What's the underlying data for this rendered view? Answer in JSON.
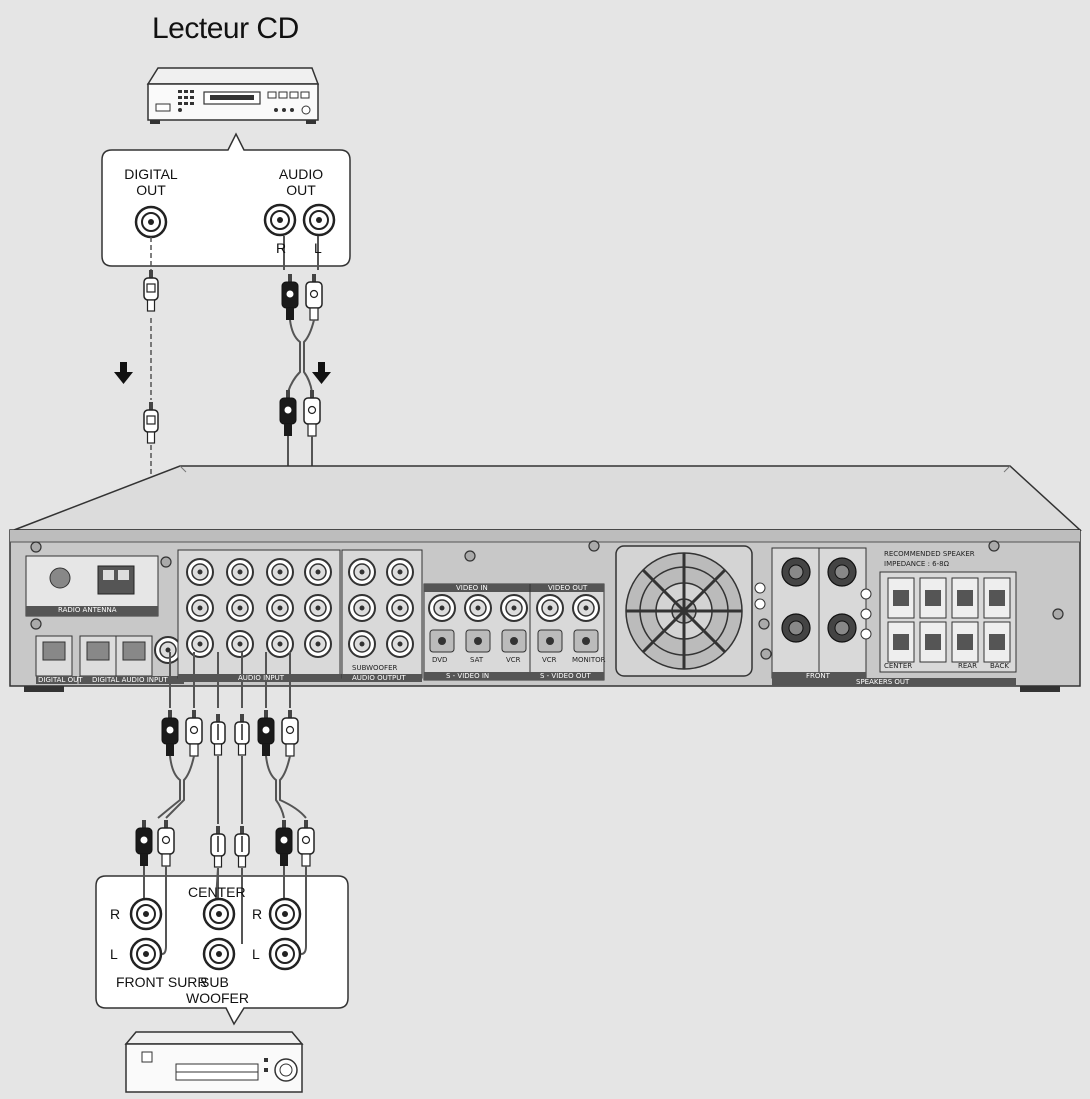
{
  "title": "Lecteur CD",
  "cd_panel": {
    "digital_out": [
      "DIGITAL",
      "OUT"
    ],
    "audio_out": [
      "AUDIO",
      "OUT"
    ],
    "right": "R",
    "left": "L"
  },
  "amp_panel": {
    "center": "CENTER",
    "right": "R",
    "left": "L",
    "front_surr": "FRONT SURR",
    "sub": "SUB",
    "woofer": "WOOFER"
  },
  "receiver": {
    "radio_antenna": "RADIO ANTENNA",
    "digital_out": "DIGITAL OUT",
    "digital_audio_input": "DIGITAL AUDIO INPUT",
    "audio_input": "AUDIO INPUT",
    "audio_output": "AUDIO OUTPUT",
    "video_in": "VIDEO IN",
    "video_out": "VIDEO OUT",
    "s_video_in": "S - VIDEO IN",
    "s_video_out": "S - VIDEO OUT",
    "front": "FRONT",
    "rear": "REAR",
    "speakers_out": "SPEAKERS OUT",
    "recommended": "RECOMMENDED SPEAKER",
    "impedance": "IMPEDANCE : 6-8Ω",
    "center": "CENTER",
    "back": "BACK",
    "subwoofer": "SUBWOOFER",
    "dvd": "DVD",
    "sat": "SAT",
    "vcr": "VCR",
    "monitor": "MONITOR"
  },
  "colors": {
    "background": "#e5e5e5",
    "panel": "#ffffff",
    "line": "#333333",
    "plug_black": "#1a1a1a"
  }
}
